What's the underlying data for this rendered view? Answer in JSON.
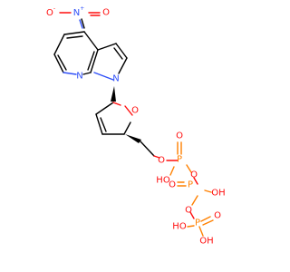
{
  "molecule": {
    "atoms": {
      "nitro_O_minus": {
        "symbol": "O",
        "charge": "-",
        "color": "#ff0d0d"
      },
      "nitro_N": {
        "symbol": "N",
        "charge": "+",
        "color": "#3050f8"
      },
      "nitro_O_top": {
        "symbol": "O",
        "color": "#ff0d0d"
      },
      "pyridine_N": {
        "symbol": "N",
        "color": "#3050f8"
      },
      "pyrrole_N": {
        "symbol": "N",
        "color": "#3050f8"
      },
      "ring_O": {
        "symbol": "O",
        "color": "#ff0d0d"
      },
      "ester_O": {
        "symbol": "O",
        "color": "#ff0d0d"
      },
      "P1": {
        "symbol": "P",
        "color": "#ff8000"
      },
      "P1_O_double": {
        "symbol": "O",
        "color": "#ff0d0d"
      },
      "P1_OH": {
        "symbol": "HO",
        "color": "#ff0d0d"
      },
      "bridge_O1": {
        "symbol": "O",
        "color": "#ff0d0d"
      },
      "P2": {
        "symbol": "P",
        "color": "#ff8000"
      },
      "P2_O_double": {
        "symbol": "O",
        "color": "#ff0d0d"
      },
      "P2_OH": {
        "symbol": "OH",
        "color": "#ff0d0d"
      },
      "bridge_O2": {
        "symbol": "O",
        "color": "#ff0d0d"
      },
      "P3": {
        "symbol": "P",
        "color": "#ff8000"
      },
      "P3_O_double": {
        "symbol": "O",
        "color": "#ff0d0d"
      },
      "P3_OH_right": {
        "symbol": "OH",
        "color": "#ff0d0d"
      },
      "P3_OH_left": {
        "symbol": "HO",
        "color": "#ff0d0d"
      }
    }
  }
}
